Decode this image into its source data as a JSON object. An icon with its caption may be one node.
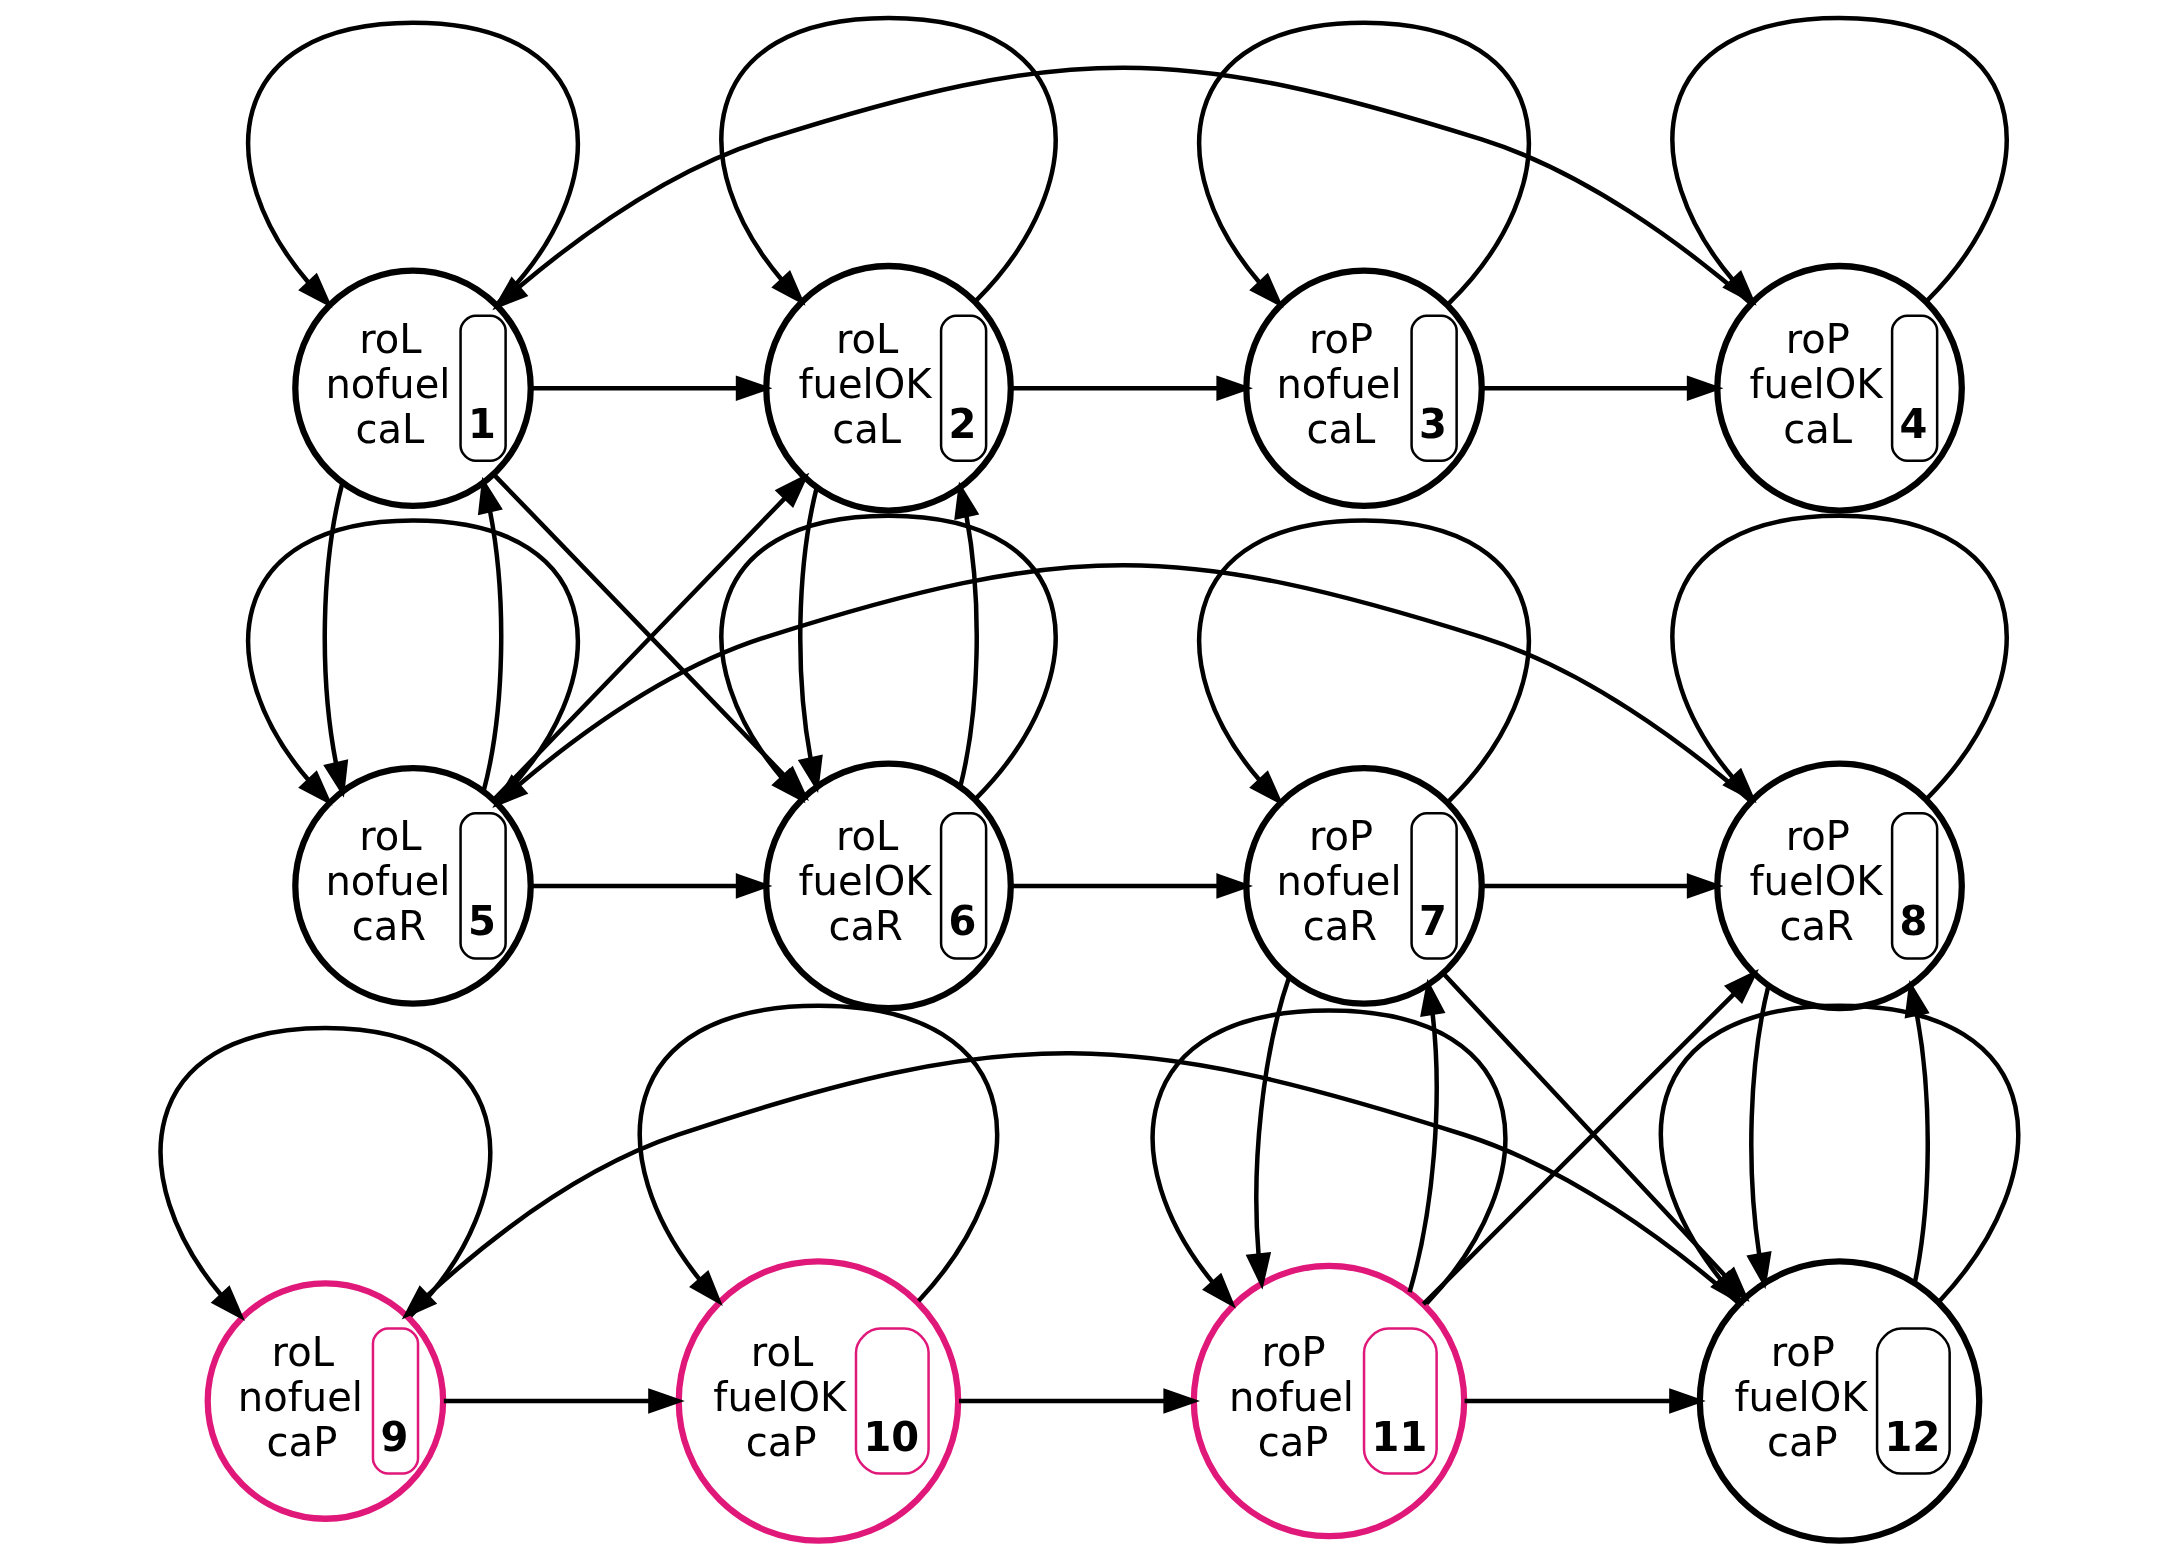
{
  "diagram": {
    "nodes": [
      {
        "text": [
          "roL nofuel caL",
          "1"
        ]
      },
      {
        "text": [
          "roL fuelOK caL",
          "2"
        ]
      },
      {
        "text": [
          "roP nofuel caL",
          "3"
        ]
      },
      {
        "text": [
          "roP fuelOK caL",
          "4"
        ]
      },
      {
        "text": [
          "roL nofuel caR",
          "5"
        ]
      },
      {
        "text": [
          "roL fuelOK caR",
          "6"
        ]
      },
      {
        "text": [
          "roP nofuel caR",
          "7"
        ]
      },
      {
        "text": [
          "roP fuelOK caR",
          "8"
        ]
      },
      {
        "text": [
          "roL nofuel caP",
          "9"
        ]
      },
      {
        "text": [
          "roL fuelOK caP",
          "10"
        ]
      },
      {
        "text": [
          "roP nofuel caP",
          "11"
        ]
      },
      {
        "text": [
          "roP fuelOK caP",
          "12"
        ]
      }
    ],
    "edges": [
      {
        "from": 0,
        "to": 0,
        "arrow": "to"
      },
      {
        "from": 1,
        "to": 1,
        "arrow": "to"
      },
      {
        "from": 2,
        "to": 2,
        "arrow": "to"
      },
      {
        "from": 3,
        "to": 3,
        "arrow": "to"
      },
      {
        "from": 4,
        "to": 4,
        "arrow": "to"
      },
      {
        "from": 5,
        "to": 5,
        "arrow": "to"
      },
      {
        "from": 6,
        "to": 6,
        "arrow": "to"
      },
      {
        "from": 7,
        "to": 7,
        "arrow": "to"
      },
      {
        "from": 8,
        "to": 8,
        "arrow": "to"
      },
      {
        "from": 9,
        "to": 9,
        "arrow": "to"
      },
      {
        "from": 10,
        "to": 10,
        "arrow": "to"
      },
      {
        "from": 11,
        "to": 11,
        "arrow": "to"
      },
      {
        "from": 0,
        "to": 1,
        "arrow": "to"
      },
      {
        "from": 1,
        "to": 2,
        "arrow": "to"
      },
      {
        "from": 2,
        "to": 3,
        "arrow": "to"
      },
      {
        "from": 3,
        "to": 0,
        "arrow": "to"
      },
      {
        "from": 0,
        "to": 4,
        "arrow": "to"
      },
      {
        "from": 4,
        "to": 0,
        "arrow": "to"
      },
      {
        "from": 0,
        "to": 5,
        "arrow": "to"
      },
      {
        "from": 4,
        "to": 1,
        "arrow": "to"
      },
      {
        "from": 5,
        "to": 1,
        "arrow": "to"
      },
      {
        "from": 1,
        "to": 5,
        "arrow": "to"
      },
      {
        "from": 4,
        "to": 5,
        "arrow": "to"
      },
      {
        "from": 7,
        "to": 4,
        "arrow": "to"
      },
      {
        "from": 5,
        "to": 6,
        "arrow": "to"
      },
      {
        "from": 6,
        "to": 7,
        "arrow": "to"
      },
      {
        "from": 6,
        "to": 10,
        "arrow": "to"
      },
      {
        "from": 10,
        "to": 6,
        "arrow": "to"
      },
      {
        "from": 6,
        "to": 11,
        "arrow": "to"
      },
      {
        "from": 10,
        "to": 7,
        "arrow": "to"
      },
      {
        "from": 11,
        "to": 7,
        "arrow": "to"
      },
      {
        "from": 7,
        "to": 11,
        "arrow": "to"
      },
      {
        "from": 8,
        "to": 9,
        "arrow": "to"
      },
      {
        "from": 9,
        "to": 10,
        "arrow": "to"
      },
      {
        "from": 10,
        "to": 11,
        "arrow": "to"
      },
      {
        "from": 11,
        "to": 8,
        "arrow": "to"
      }
    ]
  }
}
